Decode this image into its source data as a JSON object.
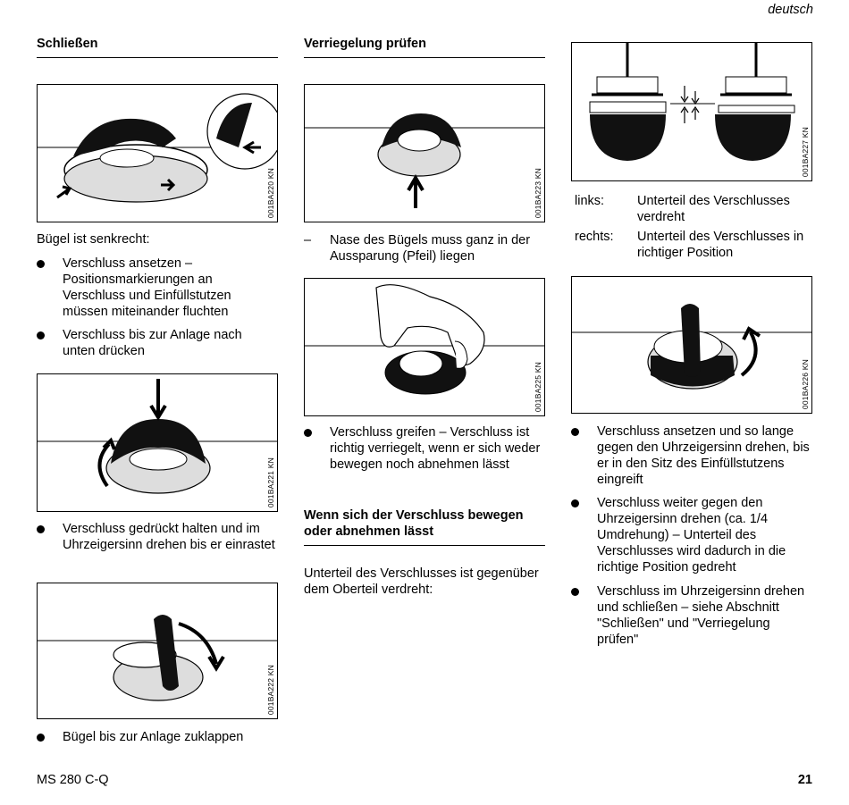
{
  "header": {
    "language": "deutsch"
  },
  "col1": {
    "heading": "Schließen",
    "fig1_code": "001BA220 KN",
    "intro": "Bügel ist senkrecht:",
    "bullets": [
      "Verschluss ansetzen – Positionsmarkierungen an Verschluss und Einfüllstutzen müssen miteinander fluchten",
      "Verschluss bis zur Anlage nach unten drücken"
    ],
    "fig2_code": "001BA221 KN",
    "bullet3": "Verschluss gedrückt halten und im Uhrzeigersinn drehen bis er einrastet",
    "fig3_code": "001BA222 KN",
    "bullet4": "Bügel bis zur Anlage zuklappen"
  },
  "col2": {
    "heading": "Verriegelung prüfen",
    "fig1_code": "001BA223 KN",
    "dash_item": "Nase des Bügels muss ganz in der Aussparung (Pfeil) liegen",
    "dash": "–",
    "fig2_code": "001BA225 KN",
    "bullet1": "Verschluss greifen – Verschluss ist richtig verriegelt, wenn er sich weder bewegen noch abnehmen lässt",
    "heading2": "Wenn sich der Verschluss bewegen oder abnehmen lässt",
    "para": "Unterteil des Verschlusses ist gegenüber dem Oberteil verdreht:"
  },
  "col3": {
    "fig1_code": "001BA227 KN",
    "defs": [
      {
        "term": "links:",
        "desc": "Unterteil des Verschlusses verdreht"
      },
      {
        "term": "rechts:",
        "desc": "Unterteil des Verschlusses in richtiger Position"
      }
    ],
    "fig2_code": "001BA226 KN",
    "bullets": [
      "Verschluss ansetzen und so lange gegen den Uhrzeigersinn drehen, bis er in den Sitz des Einfüllstutzens eingreift",
      "Verschluss weiter gegen den Uhrzeigersinn drehen (ca. 1/4 Umdrehung) – Unterteil des Verschlusses wird dadurch in die richtige Position gedreht",
      "Verschluss im Uhrzeigersinn drehen und schließen – siehe Abschnitt \"Schließen\" und \"Verriegelung prüfen\""
    ]
  },
  "footer": {
    "model": "MS 280 C-Q",
    "page": "21"
  }
}
